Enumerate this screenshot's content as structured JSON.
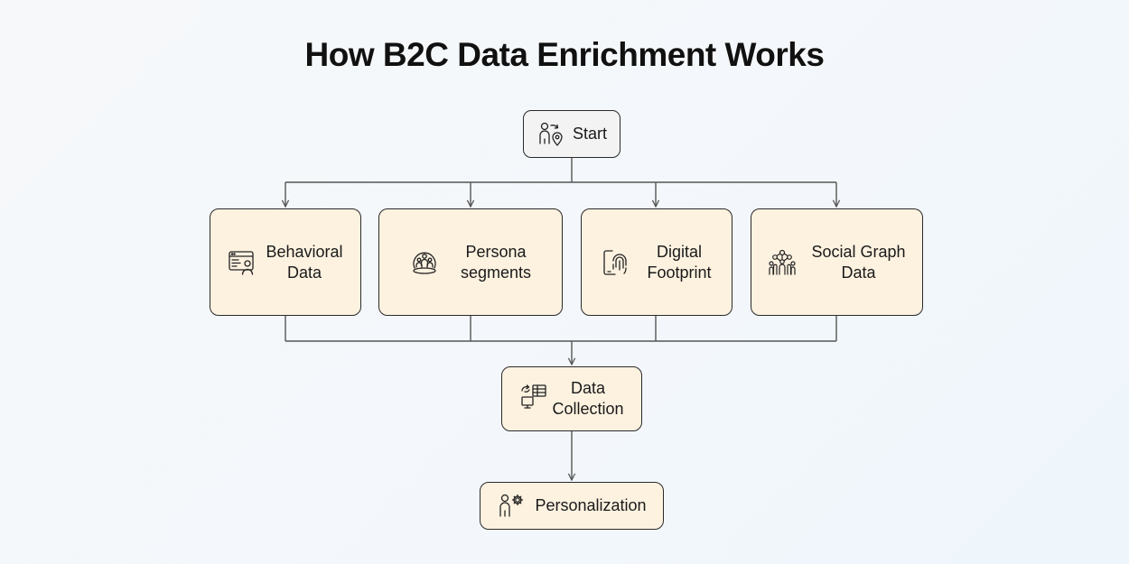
{
  "title": "How B2C Data Enrichment Works",
  "nodes": {
    "start": {
      "label": "Start",
      "icon": "person-location-icon"
    },
    "behavioral": {
      "line1": "Behavioral",
      "line2": "Data",
      "icon": "browser-user-icon"
    },
    "persona": {
      "line1": "Persona",
      "line2": "segments",
      "icon": "group-circle-icon"
    },
    "digital": {
      "line1": "Digital",
      "line2": "Footprint",
      "icon": "phone-fingerprint-icon"
    },
    "social": {
      "line1": "Social Graph",
      "line2": "Data",
      "icon": "network-people-icon"
    },
    "collection": {
      "line1": "Data",
      "line2": "Collection",
      "icon": "monitor-table-icon"
    },
    "personalization": {
      "label": "Personalization",
      "icon": "person-gear-icon"
    }
  },
  "colors": {
    "node_fill": "#fdf2e0",
    "start_fill": "#f3f3f3",
    "stroke": "#2a2a2a",
    "connector": "#555555"
  }
}
